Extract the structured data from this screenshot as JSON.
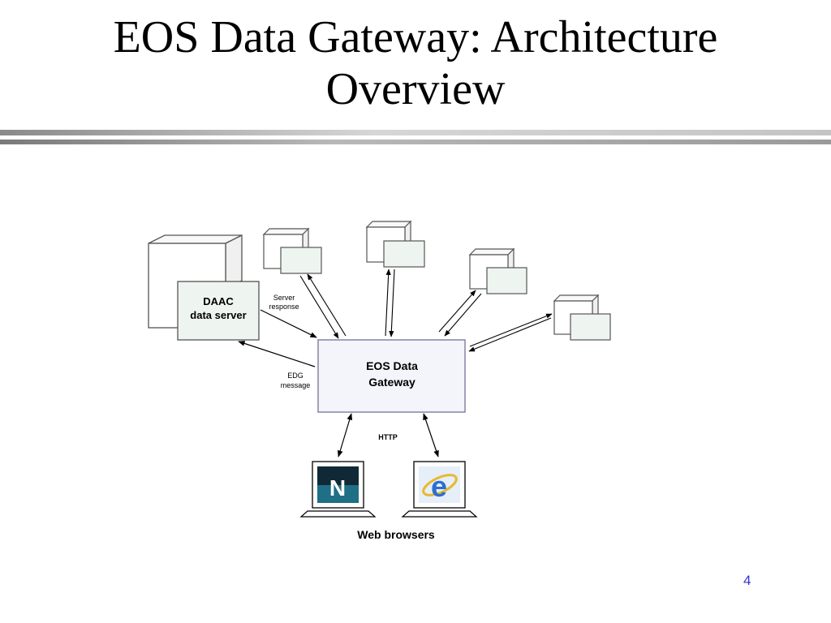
{
  "slide": {
    "title_line1": "EOS Data Gateway:  Architecture",
    "title_line2": "Overview",
    "page_number": "4"
  },
  "diagram": {
    "daac_server": {
      "line1": "DAAC",
      "line2": "data server"
    },
    "gateway": {
      "line1": "EOS Data",
      "line2": "Gateway"
    },
    "server_response": {
      "line1": "Server",
      "line2": "response"
    },
    "edg_message": {
      "line1": "EDG",
      "line2": "message"
    },
    "http_label": "HTTP",
    "browsers_label": "Web browsers",
    "netscape_letter": "N",
    "ie_letter": "e",
    "colors": {
      "box_fill": "#eef4f0",
      "gateway_fill": "#f4f4fb",
      "gateway_stroke": "#8a8aaa",
      "netscape_bg": "#1f6f86",
      "ie_blue": "#2c6fd0",
      "ie_ring": "#e8b830",
      "page_number": "#3333cc"
    },
    "icons": [
      "server-box-icon",
      "netscape-browser-icon",
      "internet-explorer-icon",
      "monitor-icon"
    ]
  }
}
